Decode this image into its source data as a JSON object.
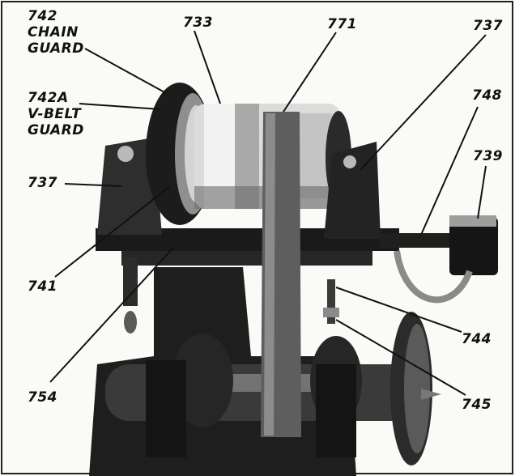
{
  "figure": {
    "description_visible": false,
    "callouts": {
      "chain_guard_number": "742",
      "chain_guard_name_1": "CHAIN",
      "chain_guard_name_2": "GUARD",
      "vbelt_guard_number": "742A",
      "vbelt_guard_name_1": "V-BELT",
      "vbelt_guard_name_2": "GUARD",
      "top_733": "733",
      "top_771": "771",
      "top_right_737": "737",
      "right_748": "748",
      "right_739": "739",
      "left_737": "737",
      "left_741": "741",
      "right_744": "744",
      "left_754": "754",
      "right_745": "745"
    }
  }
}
